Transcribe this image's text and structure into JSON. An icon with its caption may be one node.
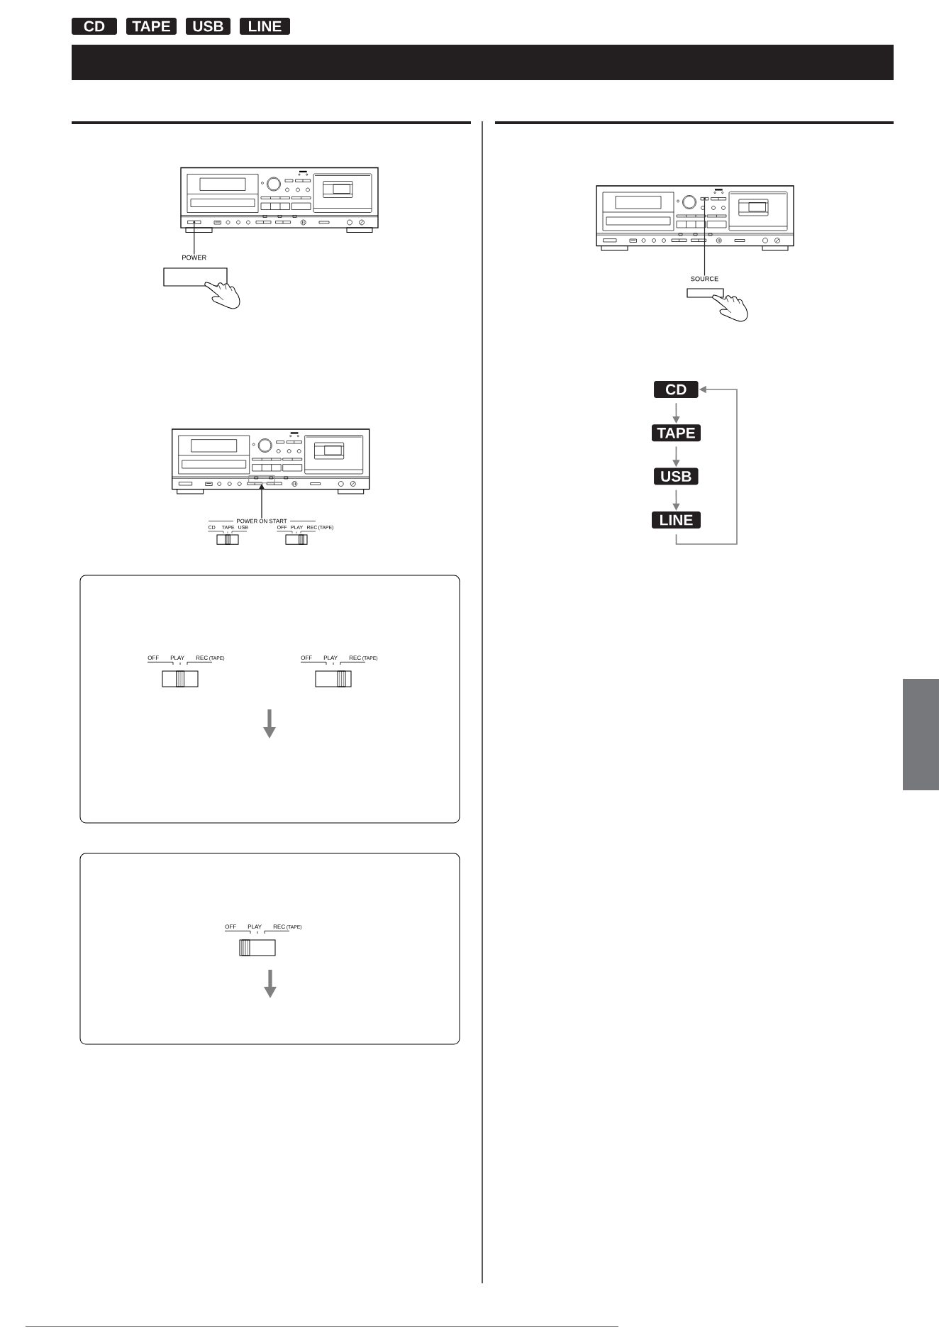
{
  "diagram": {
    "nodes": [
      {
        "text": [
          "CD"
        ]
      },
      {
        "text": [
          "TAPE"
        ]
      },
      {
        "text": [
          "USB"
        ]
      },
      {
        "text": [
          "LINE"
        ]
      },
      {
        "text": [],
        "shape": "bar"
      },
      {
        "text": [
          "POWER"
        ]
      },
      {
        "text": [],
        "shape": "box"
      },
      {
        "text": [
          "POWER ON START"
        ]
      },
      {
        "text": [],
        "shape": "box"
      },
      {
        "text": [
          "SOURCE"
        ]
      },
      {
        "text": [],
        "shape": "box"
      },
      {
        "text": [
          "CD"
        ]
      },
      {
        "text": [
          "TAPE"
        ]
      },
      {
        "text": [
          "USB"
        ]
      },
      {
        "text": [
          "LINE"
        ]
      },
      {
        "text": [],
        "shape": "bar"
      }
    ],
    "edges": [
      {
        "from": 5,
        "to": 6,
        "arrow": "none",
        "color": "#231f20"
      },
      {
        "from": 7,
        "to": 8,
        "arrow": "to",
        "color": "#231f20"
      },
      {
        "from": 9,
        "to": 10,
        "arrow": "none",
        "color": "#231f20"
      },
      {
        "from": 11,
        "to": 12,
        "arrow": "to",
        "color": "#808080"
      },
      {
        "from": 12,
        "to": 13,
        "arrow": "to",
        "color": "#808080"
      },
      {
        "from": 13,
        "to": 14,
        "arrow": "to",
        "color": "#808080"
      },
      {
        "from": 14,
        "to": 11,
        "arrow": "to",
        "color": "#808080"
      }
    ],
    "labels": [
      "CD",
      "TAPE",
      "USB",
      "OFF",
      "PLAY",
      "REC",
      "(TAPE)",
      "OFF",
      "PLAY",
      "REC",
      "(TAPE)",
      "OFF",
      "PLAY",
      "REC",
      "(TAPE)",
      "OFF",
      "PLAY",
      "REC",
      "(TAPE)"
    ]
  }
}
